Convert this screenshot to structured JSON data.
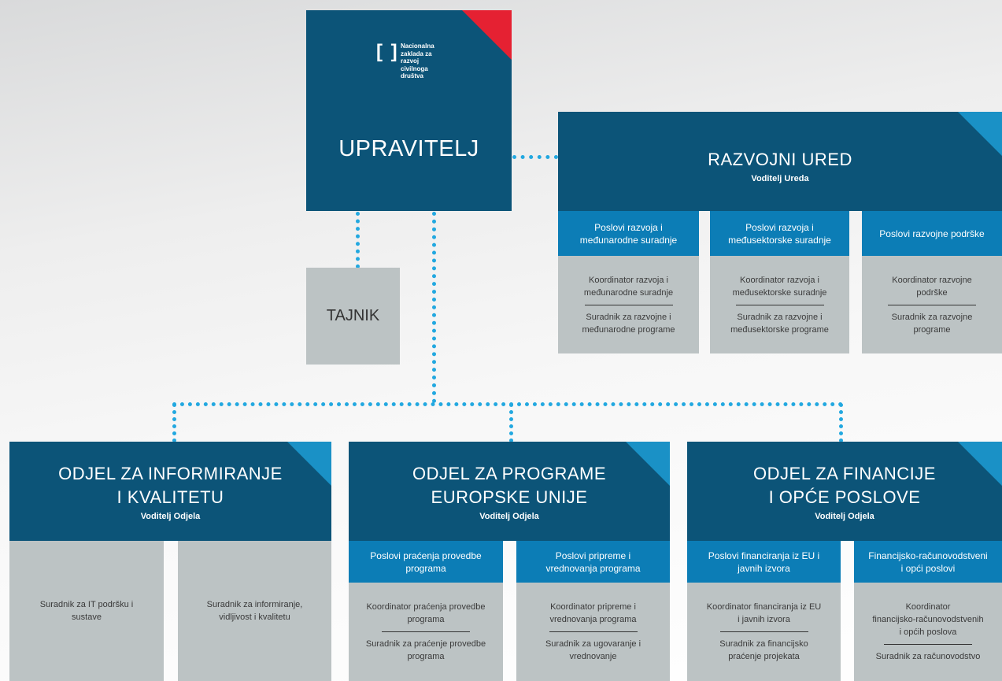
{
  "logo": {
    "mark": "[ ]",
    "text": "Nacionalna\nzaklada za\nrazvoj\ncivilnoga\ndruštva"
  },
  "director": {
    "title": "UPRAVITELJ"
  },
  "secretary": {
    "title": "TAJNIK"
  },
  "development_office": {
    "title": "RAZVOJNI URED",
    "head": "Voditelj Ureda",
    "units": [
      {
        "label": "Poslovi razvoja i\nmeđunarodne suradnje",
        "roles": [
          "Koordinator razvoja i\nmeđunarodne suradnje",
          "Suradnik za razvojne i\nmeđunarodne programe"
        ]
      },
      {
        "label": "Poslovi razvoja i\nmeđusektorske suradnje",
        "roles": [
          "Koordinator razvoja i\nmeđusektorske suradnje",
          "Suradnik za razvojne i\nmeđusektorske programe"
        ]
      },
      {
        "label": "Poslovi razvojne podrške",
        "roles": [
          "Koordinator razvojne\npodrške",
          "Suradnik za razvojne\nprograme"
        ]
      }
    ]
  },
  "departments": [
    {
      "title": "ODJEL ZA INFORMIRANJE\nI KVALITETU",
      "head": "Voditelj Odjela",
      "columns": [
        {
          "roles": [
            "Suradnik za IT podršku i\nsustave"
          ]
        },
        {
          "roles": [
            "Suradnik za informiranje,\nvidljivost i kvalitetu"
          ]
        }
      ]
    },
    {
      "title": "ODJEL ZA PROGRAME\nEUROPSKE UNIJE",
      "head": "Voditelj Odjela",
      "columns": [
        {
          "label": "Poslovi praćenja provedbe\nprograma",
          "roles": [
            "Koordinator praćenja provedbe\nprograma",
            "Suradnik za praćenje provedbe\nprograma"
          ]
        },
        {
          "label": "Poslovi pripreme i\nvrednovanja programa",
          "roles": [
            "Koordinator pripreme i\nvrednovanja programa",
            "Suradnik za ugovaranje i\nvrednovanje"
          ]
        }
      ]
    },
    {
      "title": "ODJEL ZA FINANCIJE\nI OPĆE POSLOVE",
      "head": "Voditelj Odjela",
      "columns": [
        {
          "label": "Poslovi financiranja iz EU i\njavnih izvora",
          "roles": [
            "Koordinator financiranja iz EU\ni javnih izvora",
            "Suradnik za financijsko\npraćenje projekata"
          ]
        },
        {
          "label": "Financijsko-računovodstveni\ni opći poslovi",
          "roles": [
            "Koordinator\nfinancijsko-računovodstvenih\ni općih poslova",
            "Suradnik za računovodstvo"
          ]
        }
      ]
    }
  ],
  "colors": {
    "navy": "#0c5478",
    "blue": "#0c7db6",
    "grey": "#bcc3c4",
    "connector": "#22a8e0",
    "accent_red": "#e52132"
  }
}
